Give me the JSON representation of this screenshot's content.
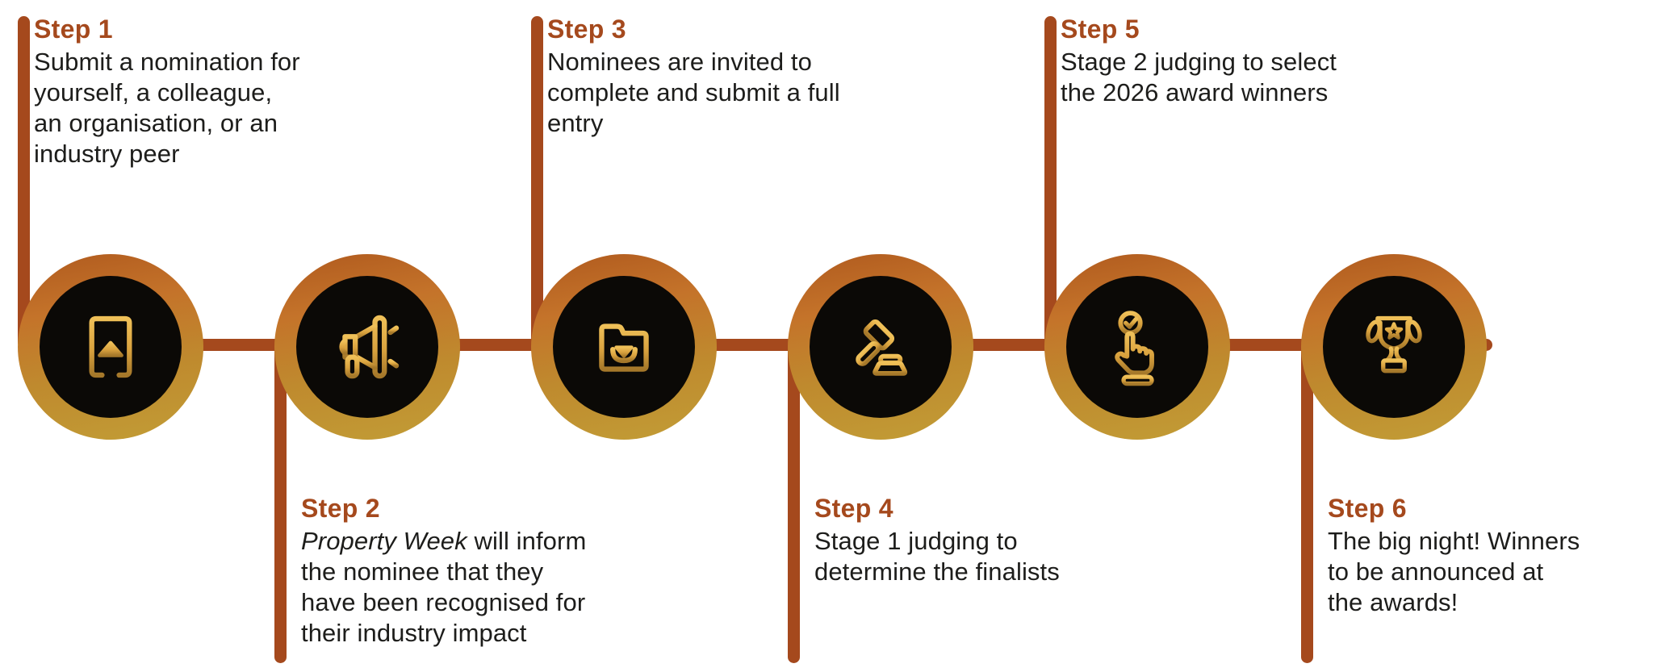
{
  "diagram": {
    "type": "process-timeline",
    "orientation": "horizontal",
    "step_count": 6
  },
  "colors": {
    "background": "#FFFFFF",
    "accent_rust": "#A5491D",
    "ring_gradient_top": "#B05A1E",
    "ring_gradient_bottom": "#C29D36",
    "badge_fill": "#0B0906",
    "icon_gold_light": "#EFC058",
    "icon_gold_dark": "#A5782A",
    "body_text": "#1D1D1B"
  },
  "steps": [
    {
      "title": "Step 1",
      "icon": "submit-document-icon",
      "text_position": "above",
      "description_italic_lead": "",
      "description": "Submit a nomination for\nyourself, a colleague,\nan organisation, or an\nindustry peer"
    },
    {
      "title": "Step 2",
      "icon": "megaphone-icon",
      "text_position": "below",
      "description_italic_lead": "Property Week",
      "description": " will inform\nthe nominee that they\nhave been recognised for\ntheir industry impact"
    },
    {
      "title": "Step 3",
      "icon": "folder-download-icon",
      "text_position": "above",
      "description_italic_lead": "",
      "description": "Nominees are invited to\ncomplete and submit a full\nentry"
    },
    {
      "title": "Step 4",
      "icon": "gavel-icon",
      "text_position": "below",
      "description_italic_lead": "",
      "description": "Stage 1 judging to\ndetermine the finalists"
    },
    {
      "title": "Step 5",
      "icon": "tap-check-icon",
      "text_position": "above",
      "description_italic_lead": "",
      "description": "Stage 2 judging to select\nthe 2026 award winners"
    },
    {
      "title": "Step 6",
      "icon": "trophy-icon",
      "text_position": "below",
      "description_italic_lead": "",
      "description": "The big night! Winners\nto be announced at\nthe awards!"
    }
  ]
}
